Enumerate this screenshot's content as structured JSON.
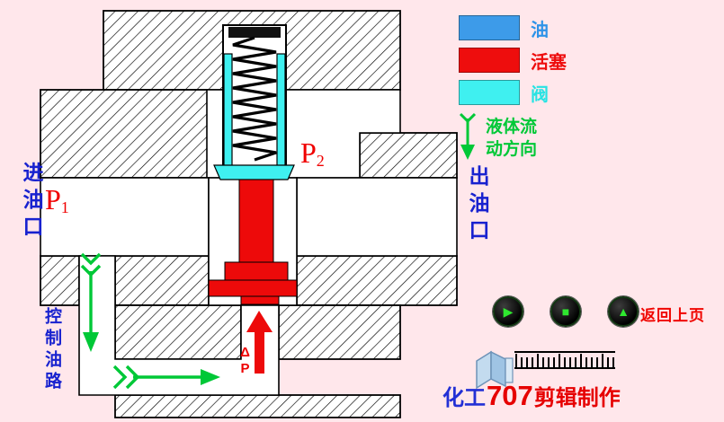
{
  "colors": {
    "background": "#FFE7EB",
    "oil_blue": "#3D9BE9",
    "piston_red": "#EE0D0D",
    "valve_cyan": "#3FF0F0",
    "flow_green": "#00C837",
    "port_label_blue": "#1822CF",
    "pressure_red": "#F00000"
  },
  "diagram": {
    "inlet_label": "进油口",
    "outlet_label": "出油口",
    "control_label": "控制油路",
    "p1": {
      "base": "P",
      "sub": "1"
    },
    "p2": {
      "base": "P",
      "sub": "2"
    },
    "delta_p": "ΔP"
  },
  "legend": {
    "items": [
      {
        "name": "oil",
        "label": "油"
      },
      {
        "name": "piston",
        "label": "活塞"
      },
      {
        "name": "valve",
        "label": "阀"
      }
    ],
    "flow_line1": "液体流",
    "flow_line2": "动方向"
  },
  "controls": {
    "play_glyph": "▶",
    "stop_glyph": "■",
    "back_glyph": "▲",
    "return_label": "返回上页"
  },
  "credit": {
    "studio": "化工",
    "number": "707",
    "suffix": "剪辑制作"
  }
}
